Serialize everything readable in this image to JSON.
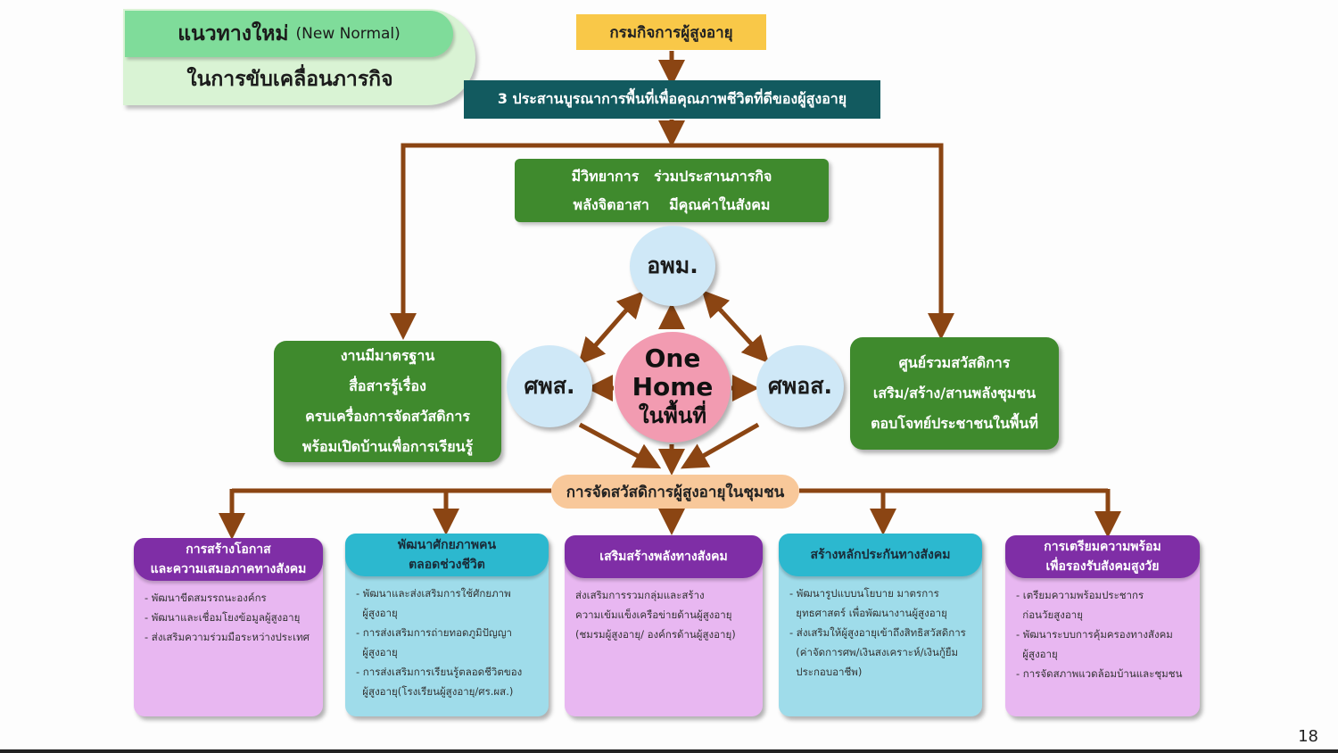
{
  "title": {
    "main": "แนวทางใหม่",
    "sub": "(New Normal)",
    "line2": "ในการขับเคลื่อนภารกิจ"
  },
  "department": "กรมกิจการผู้สูงอายุ",
  "integration": "3 ประสานบูรณาการพื้นที่เพื่อคุณภาพชีวิตที่ดีของผู้สูงอายุ",
  "values": {
    "line1": "มีวิทยาการ   ร่วมประสานภารกิจ",
    "line2": "พลังจิตอาสา    มีคุณค่าในสังคม"
  },
  "left_box": [
    "งานมีมาตรฐาน",
    "สื่อสารรู้เรื่อง",
    "ครบเครื่องการจัดสวัสดิการ",
    "พร้อมเปิดบ้านเพื่อการเรียนรู้"
  ],
  "right_box": [
    "ศูนย์รวมสวัสดิการ",
    "เสริม/สร้าง/สานพลังชุมชน",
    "ตอบโจทย์ประชาชนในพื้นที่"
  ],
  "circles": {
    "top": "อพม.",
    "left": "ศพส.",
    "right": "ศพอส.",
    "center_en1": "One",
    "center_en2": "Home",
    "center_th": "ในพื้นที่"
  },
  "community": "การจัดสวัสดิการผู้สูงอายุในชุมชน",
  "cards": [
    {
      "head": [
        "การสร้างโอกาส",
        "และความเสมอภาคทางสังคม"
      ],
      "items": [
        "- พัฒนาขีดสมรรถนะองค์กร",
        "- พัฒนาและเชื่อมโยงข้อมูลผู้สูงอายุ",
        "- ส่งเสริมความร่วมมือระหว่างประเทศ"
      ]
    },
    {
      "head": [
        "พัฒนาศักยภาพคน",
        "ตลอดช่วงชีวิต"
      ],
      "items": [
        "- พัฒนาและส่งเสริมการใช้ศักยภาพ",
        "  ผู้สูงอายุ",
        "- การส่งเสริมการถ่ายทอดภูมิปัญญา",
        "  ผู้สูงอายุ",
        "- การส่งเสริมการเรียนรู้ตลอดชีวิตของ",
        "  ผู้สูงอายุ(โรงเรียนผู้สูงอายุ/ศร.ผส.)"
      ]
    },
    {
      "head": [
        "เสริมสร้างพลังทางสังคม"
      ],
      "items": [
        "ส่งเสริมการรวมกลุ่มและสร้าง",
        "ความเข้มแข็งเครือข่ายด้านผู้สูงอายุ",
        "(ชมรมผู้สูงอายุ/ องค์กรด้านผู้สูงอายุ)"
      ]
    },
    {
      "head": [
        "สร้างหลักประกันทางสังคม"
      ],
      "items": [
        "- พัฒนารูปแบบนโยบาย มาตรการ",
        "  ยุทธศาสตร์ เพื่อพัฒนางานผู้สูงอายุ",
        "- ส่งเสริมให้ผู้สูงอายุเข้าถึงสิทธิสวัสดิการ",
        "  (ค่าจัดการศพ/เงินสงเคราะห์/เงินกู้ยืม",
        "  ประกอบอาชีพ)"
      ]
    },
    {
      "head": [
        "การเตรียมความพร้อม",
        "เพื่อรองรับสังคมสูงวัย"
      ],
      "items": [
        "- เตรียมความพร้อมประชากร",
        "  ก่อนวัยสูงอายุ",
        "- พัฒนาระบบการคุ้มครองทางสังคม",
        "  ผู้สูงอายุ",
        "- การจัดสภาพแวดล้อมบ้านและชุมชน"
      ]
    }
  ],
  "page_number": "18",
  "colors": {
    "arrow": "#8b4513",
    "green_box": "#3f8a2d",
    "teal_box": "#125a5f",
    "pink_circle": "#f29bb1",
    "blue_circle": "#cfe8f7"
  }
}
